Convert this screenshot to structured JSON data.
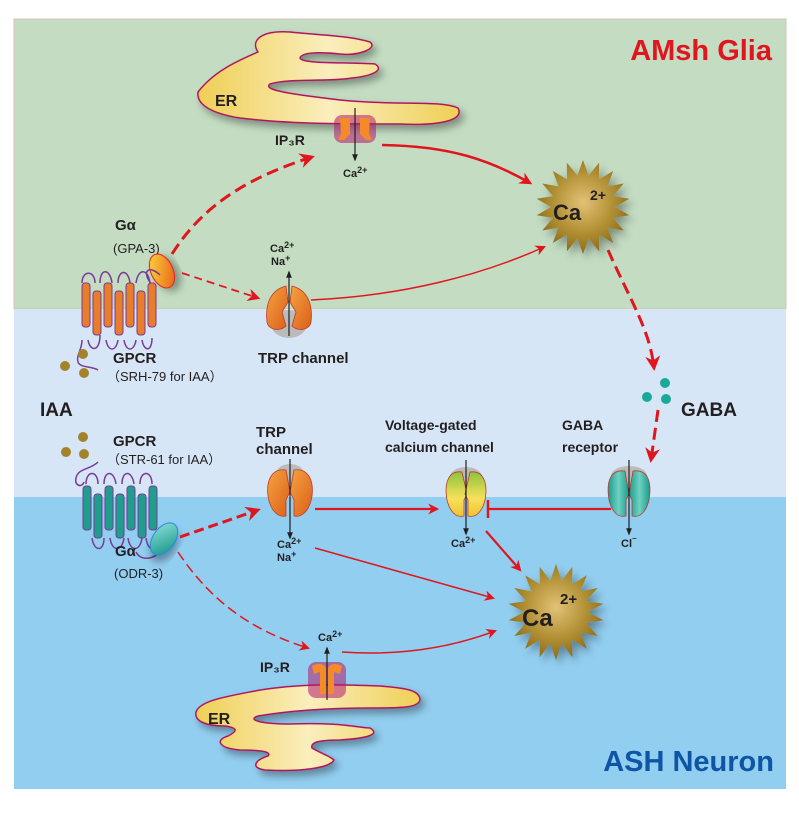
{
  "regions": {
    "glia": {
      "title": "AMsh Glia",
      "color": "#c3dcc2"
    },
    "extracellular": {
      "color": "#d6e6f6"
    },
    "neuron": {
      "title": "ASH Neuron",
      "color": "#92cef0"
    }
  },
  "colors": {
    "arrow": "#e0161e",
    "er_fill": "#f3d36a",
    "er_stroke": "#b0195d",
    "calcium_star": "#a88326",
    "gpcr_glia": "#e87e2c",
    "gpcr_neuron": "#1f9e8e",
    "gpcr_loop": "#7b3a96",
    "iaa_dot": "#a2832b",
    "gaba_dot": "#1aa898",
    "glia_title": "#e0161e",
    "neuron_title": "#0e55a5"
  },
  "glia": {
    "er_label": "ER",
    "ip3r_label": "IP₃R",
    "ip3r_ion": "Ca2+",
    "galpha_label": "Gα",
    "galpha_sub": "(GPA-3)",
    "gpcr_label": "GPCR",
    "gpcr_sub": "（SRH-79 for IAA）",
    "trp_ion1": "Ca2+",
    "trp_ion2": "Na+",
    "trp_label": "TRP channel",
    "calcium_label": "Ca",
    "calcium_sup": "2+"
  },
  "ligands": {
    "iaa_label": "IAA",
    "gaba_label": "GABA"
  },
  "neuron": {
    "gpcr_label": "GPCR",
    "gpcr_sub": "（STR-61 for IAA）",
    "galpha_label": "Gα",
    "galpha_sub": "(ODR-3)",
    "trp_label_line1": "TRP",
    "trp_label_line2": "channel",
    "trp_ion1": "Ca2+",
    "trp_ion2": "Na+",
    "vgcc_label_line1": "Voltage-gated",
    "vgcc_label_line2": "calcium channel",
    "vgcc_ion": "Ca2+",
    "gabar_label_line1": "GABA",
    "gabar_label_line2": "receptor",
    "gabar_ion": "Cl-",
    "ip3r_label": "IP₃R",
    "ip3r_ion": "Ca2+",
    "er_label": "ER",
    "calcium_label": "Ca",
    "calcium_sup": "2+"
  }
}
